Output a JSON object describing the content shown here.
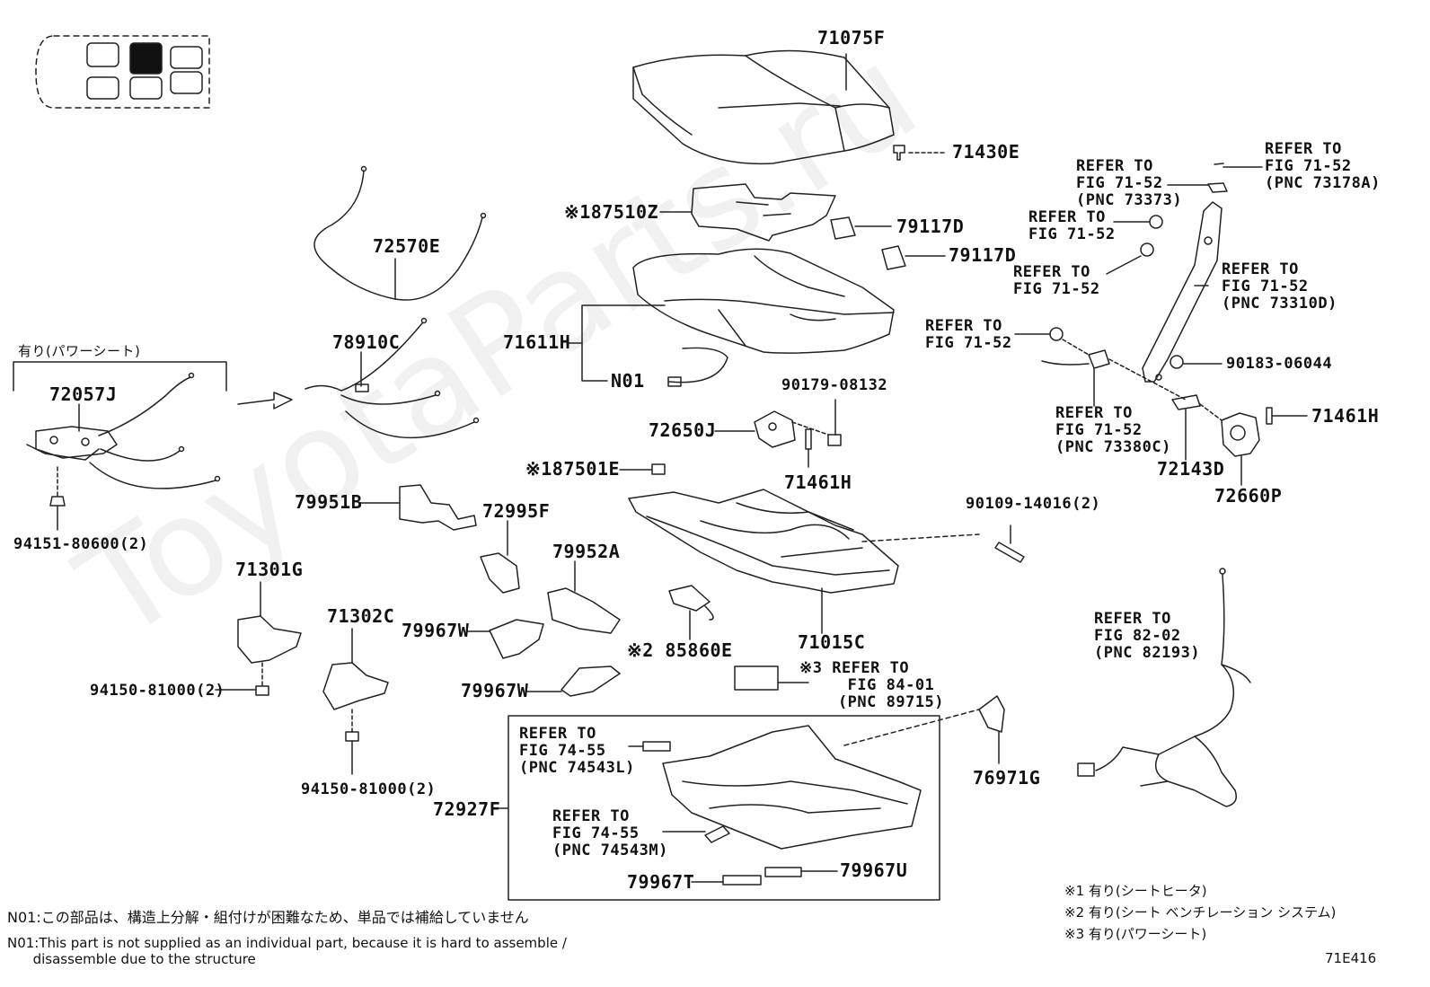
{
  "watermark": "ToyotaParts.ru",
  "bracket_title": "有り(パワーシート)",
  "labels": {
    "p71075F": "71075F",
    "p71430E": "71430E",
    "p87510Z": "※187510Z",
    "p79117D_1": "79117D",
    "p79117D_2": "79117D",
    "p72570E": "72570E",
    "p78910C": "78910C",
    "p71611H": "71611H",
    "pN01": "N01",
    "p72057J": "72057J",
    "p94151": "94151-80600(2)",
    "p90179": "90179-08132",
    "p72650J": "72650J",
    "p71461H_a": "71461H",
    "p87501E": "※187501E",
    "p79951B": "79951B",
    "p72995F": "72995F",
    "p79952A": "79952A",
    "p71301G": "71301G",
    "p71302C": "71302C",
    "p79967W_1": "79967W",
    "p79967W_2": "79967W",
    "p85860E": "※2 85860E",
    "p94150_1": "94150-81000(2)",
    "p94150_2": "94150-81000(2)",
    "p71015C": "71015C",
    "p90109": "90109-14016(2)",
    "p72927F": "72927F",
    "p79967T": "79967T",
    "p79967U": "79967U",
    "p76971G": "76971G",
    "p90183": "90183-06044",
    "p71461H_b": "71461H",
    "p72143D": "72143D",
    "p72660P": "72660P"
  },
  "refs": {
    "r73373": "REFER TO\nFIG 71-52\n(PNC 73373)",
    "r73178A": "REFER TO\nFIG 71-52\n(PNC 73178A)",
    "r7152_a": "REFER TO\nFIG 71-52",
    "r7152_b": "REFER TO\nFIG 71-52",
    "r73310D": "REFER TO\nFIG 71-52\n(PNC 73310D)",
    "r7152_c": "REFER TO\nFIG 71-52",
    "r73380C": "REFER TO\nFIG 71-52\n(PNC 73380C)",
    "r89715": "※3 REFER TO\n     FIG 84-01\n    (PNC 89715)",
    "r82193": "REFER TO\nFIG 82-02\n(PNC 82193)",
    "r74543L": "REFER TO\nFIG 74-55\n(PNC 74543L)",
    "r74543M": "REFER TO\nFIG 74-55\n(PNC 74543M)"
  },
  "legend": {
    "n1": "※1 有り(シートヒータ)",
    "n2": "※2 有り(シート ベンチレーション システム)",
    "n3": "※3 有り(パワーシート)"
  },
  "footnote": {
    "jp": "N01:この部品は、構造上分解・組付けが困難なため、単品では補給していません",
    "en": "N01:This part is not supplied as an individual part, because it is hard to assemble /\n      disassemble due to the structure"
  },
  "figure_id": "71E416"
}
